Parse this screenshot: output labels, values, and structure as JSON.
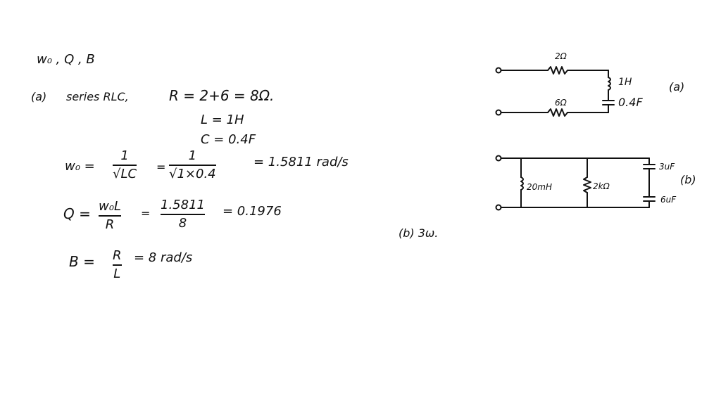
{
  "header_line": "w₀ , Q , B",
  "part_a": {
    "label": "(a)",
    "series_text": "series RLC,",
    "R_eq": "R =  2+6 =  8Ω.",
    "L_eq": "L = 1H",
    "C_eq": "C = 0.4F",
    "w0": {
      "lhs": "w₀ =",
      "f1_num": "1",
      "f1_den": "√LC",
      "eq": "=",
      "f2_num": "1",
      "f2_den": "√1×0.4",
      "result": "= 1.5811 rad/s"
    },
    "Q": {
      "lhs": "Q =",
      "f1_num": "w₀L",
      "f1_den": "R",
      "eq": "=",
      "f2_num": "1.5811",
      "f2_den": "8",
      "result": "= 0.1976"
    },
    "B": {
      "lhs": "B =",
      "f_num": "R",
      "f_den": "L",
      "result": "=   8 rad/s"
    }
  },
  "part_b": {
    "label": "(b) 3ω."
  },
  "circuit_a": {
    "tag": "(a)",
    "r_top": "2Ω",
    "r_bottom": "6Ω",
    "inductor": "1H",
    "capacitor": "0.4F"
  },
  "circuit_b": {
    "tag": "(b)",
    "inductor": "20mH",
    "resistor": "2kΩ",
    "cap_top": "3uF",
    "cap_bottom": "6uF"
  }
}
